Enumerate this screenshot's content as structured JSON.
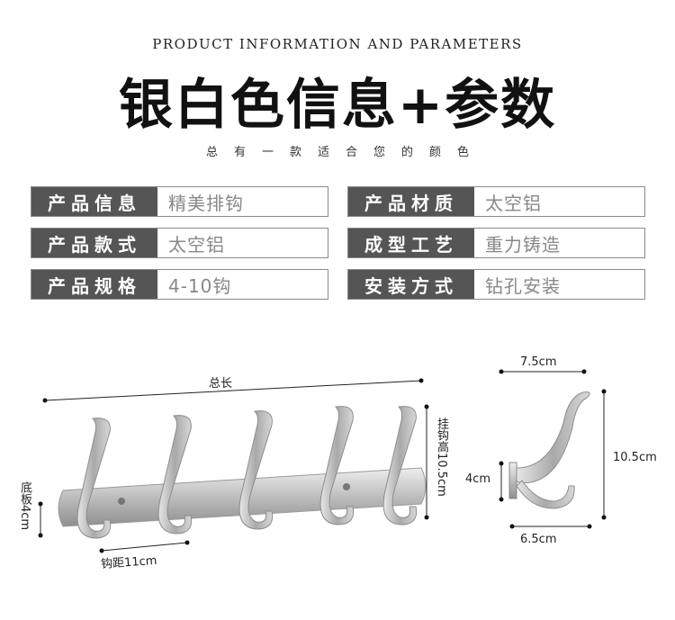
{
  "header": {
    "subtitle_en": "PRODUCT INFORMATION AND PARAMETERS",
    "title_cn": "银白色信息+参数",
    "tagline": "总有一款适合您的颜色"
  },
  "specs": [
    {
      "label": "产品信息",
      "value": "精美排钩"
    },
    {
      "label": "产品材质",
      "value": "太空铝"
    },
    {
      "label": "产品款式",
      "value": "太空铝"
    },
    {
      "label": "成型工艺",
      "value": "重力铸造"
    },
    {
      "label": "产品规格",
      "value": "4-10钩"
    },
    {
      "label": "安装方式",
      "value": "钻孔安装"
    }
  ],
  "dimensions": {
    "total_length": "总长",
    "hook_height": "挂钩高10.5cm",
    "base_height": "底板4cm",
    "hook_spacing": "钩距11cm",
    "single_top_width": "7.5cm",
    "single_bottom_width": "6.5cm",
    "single_height": "10.5cm",
    "single_base": "4cm"
  },
  "colors": {
    "label_bg": "#555555",
    "value_text": "#888888",
    "metal": "#c8c8c8"
  }
}
